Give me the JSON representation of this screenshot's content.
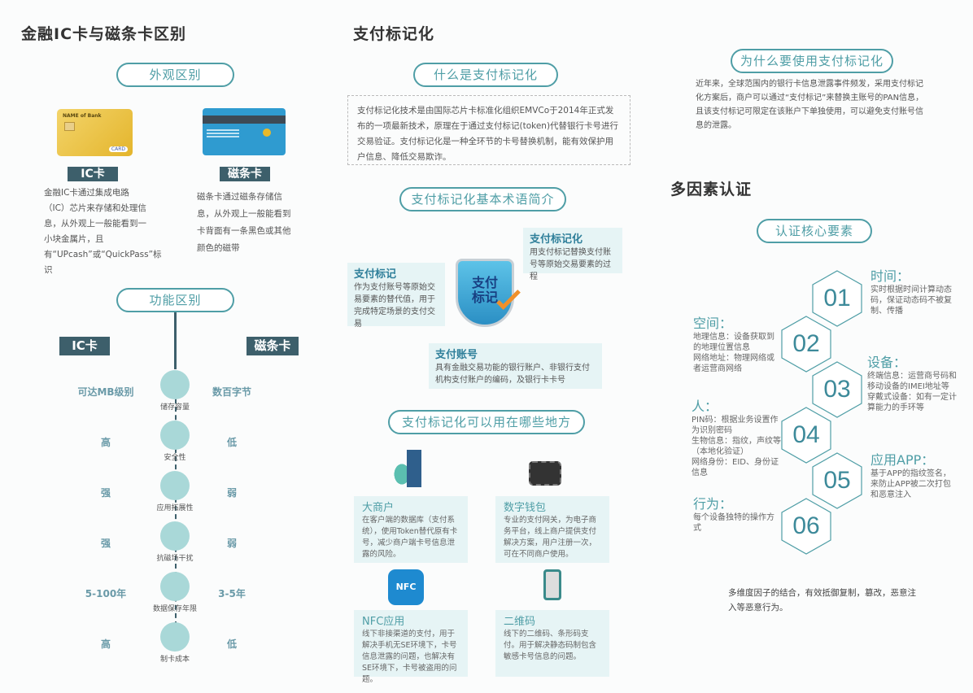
{
  "left": {
    "title": "金融IC卡与磁条卡区别",
    "appearance_pill": "外观区别",
    "ic_card": {
      "bank": "NAME of Bank",
      "card_label": "CARD",
      "tag": "IC卡",
      "desc": "金融IC卡通过集成电路（IC）芯片来存储和处理信息，从外观上一般能看到一小块金属片，且有“UPcash”或“QuickPass”标识"
    },
    "mag_card": {
      "tag": "磁条卡",
      "desc": "磁条卡通过磁条存储信息，从外观上一般能看到卡背面有一条黑色或其他颜色的磁带"
    },
    "function_pill": "功能区别",
    "col_left": "IC卡",
    "col_right": "磁条卡",
    "rows": [
      {
        "label": "储存容量",
        "ic": "可达MB级别",
        "mag": "数百字节",
        "icon": "storage-icon"
      },
      {
        "label": "安全性",
        "ic": "高",
        "mag": "低",
        "icon": "shield-icon"
      },
      {
        "label": "应用拓展性",
        "ic": "强",
        "mag": "弱",
        "icon": "server-icon"
      },
      {
        "label": "抗磁场干扰",
        "ic": "强",
        "mag": "弱",
        "icon": "magnet-icon"
      },
      {
        "label": "数据保存年限",
        "ic": "5-100年",
        "mag": "3-5年",
        "icon": "folder-icon"
      },
      {
        "label": "制卡成本",
        "ic": "高",
        "mag": "低",
        "icon": "card-icon"
      }
    ]
  },
  "middle": {
    "title": "支付标记化",
    "what_pill": "什么是支付标记化",
    "what_text": "支付标记化技术是由国际芯片卡标准化组织EMVCo于2014年正式发布的一项最新技术，原理在于通过支付标记(token)代替银行卡号进行交易验证。支付标记化是一种全环节的卡号替换机制，能有效保护用户信息、降低交易欺诈。",
    "terms_pill": "支付标记化基本术语简介",
    "shield_text": "支付标记",
    "terms": {
      "tokenization": {
        "title": "支付标记化",
        "desc": "用支付标记替换支付账号等原始交易要素的过程"
      },
      "token": {
        "title": "支付标记",
        "desc": "作为支付账号等原始交易要素的替代值，用于完成特定场景的支付交易"
      },
      "account": {
        "title": "支付账号",
        "desc": "具有金融交易功能的银行账户、非银行支付机构支付账户的编码，及银行卡卡号"
      }
    },
    "uses_pill": "支付标记化可以用在哪些地方",
    "uses": [
      {
        "title": "大商户",
        "desc": "在客户端的数据库（支付系统），使用Token替代原有卡号，减少商户端卡号信息泄露的风险。",
        "icon": "database-icon"
      },
      {
        "title": "数字钱包",
        "desc": "专业的支付网关，为电子商务平台，线上商户提供支付解决方案，用户注册一次，可在不同商户使用。",
        "icon": "wallet-icon"
      },
      {
        "title": "NFC应用",
        "desc": "线下非接渠道的支付，用于解决手机无SE环境下，卡号信息泄露的问题，也解决有SE环境下，卡号被盗用的问题。",
        "icon": "nfc-icon",
        "icon_text": "NFC"
      },
      {
        "title": "二维码",
        "desc": "线下的二维码、条形码支付。用于解决静态码制包含敏感卡号信息的问题。",
        "icon": "qr-phone-icon"
      }
    ]
  },
  "right": {
    "why_pill": "为什么要使用支付标记化",
    "why_text": "近年来，全球范围内的银行卡信息泄露事件频发，采用支付标记化方案后，商户可以通过“支付标记”来替换主账号的PAN信息，且该支付标记可限定在该账户下单独使用，可以避免支付账号信息的泄露。",
    "mfa_title": "多因素认证",
    "core_pill": "认证核心要素",
    "factors": [
      {
        "num": "01",
        "title": "时间：",
        "desc": "实时根据时间计算动态码，保证动态码不被复制、传播"
      },
      {
        "num": "02",
        "title": "空间：",
        "desc": "地理信息：设备获取到的地理位置信息\n网络地址：物理网络或者运营商网络"
      },
      {
        "num": "03",
        "title": "设备：",
        "desc": "终端信息：运营商号码和移动设备的IMEI地址等\n穿戴式设备：如有一定计算能力的手环等"
      },
      {
        "num": "04",
        "title": "人：",
        "desc": "PIN码：根据业务设置作为识别密码\n生物信息：指纹，声纹等（本地化验证）\n网络身份：EID、身份证信息"
      },
      {
        "num": "05",
        "title": "应用APP：",
        "desc": "基于APP的指纹签名，来防止APP被二次打包和恶意注入"
      },
      {
        "num": "06",
        "title": "行为：",
        "desc": "每个设备独特的操作方式"
      }
    ],
    "summary": "多维度因子的结合，有效抵御复制，篡改，恶意注入等恶意行为。"
  },
  "colors": {
    "teal": "#4f9ea6",
    "slate": "#3d5f6b",
    "box": "#e6f4f5"
  }
}
